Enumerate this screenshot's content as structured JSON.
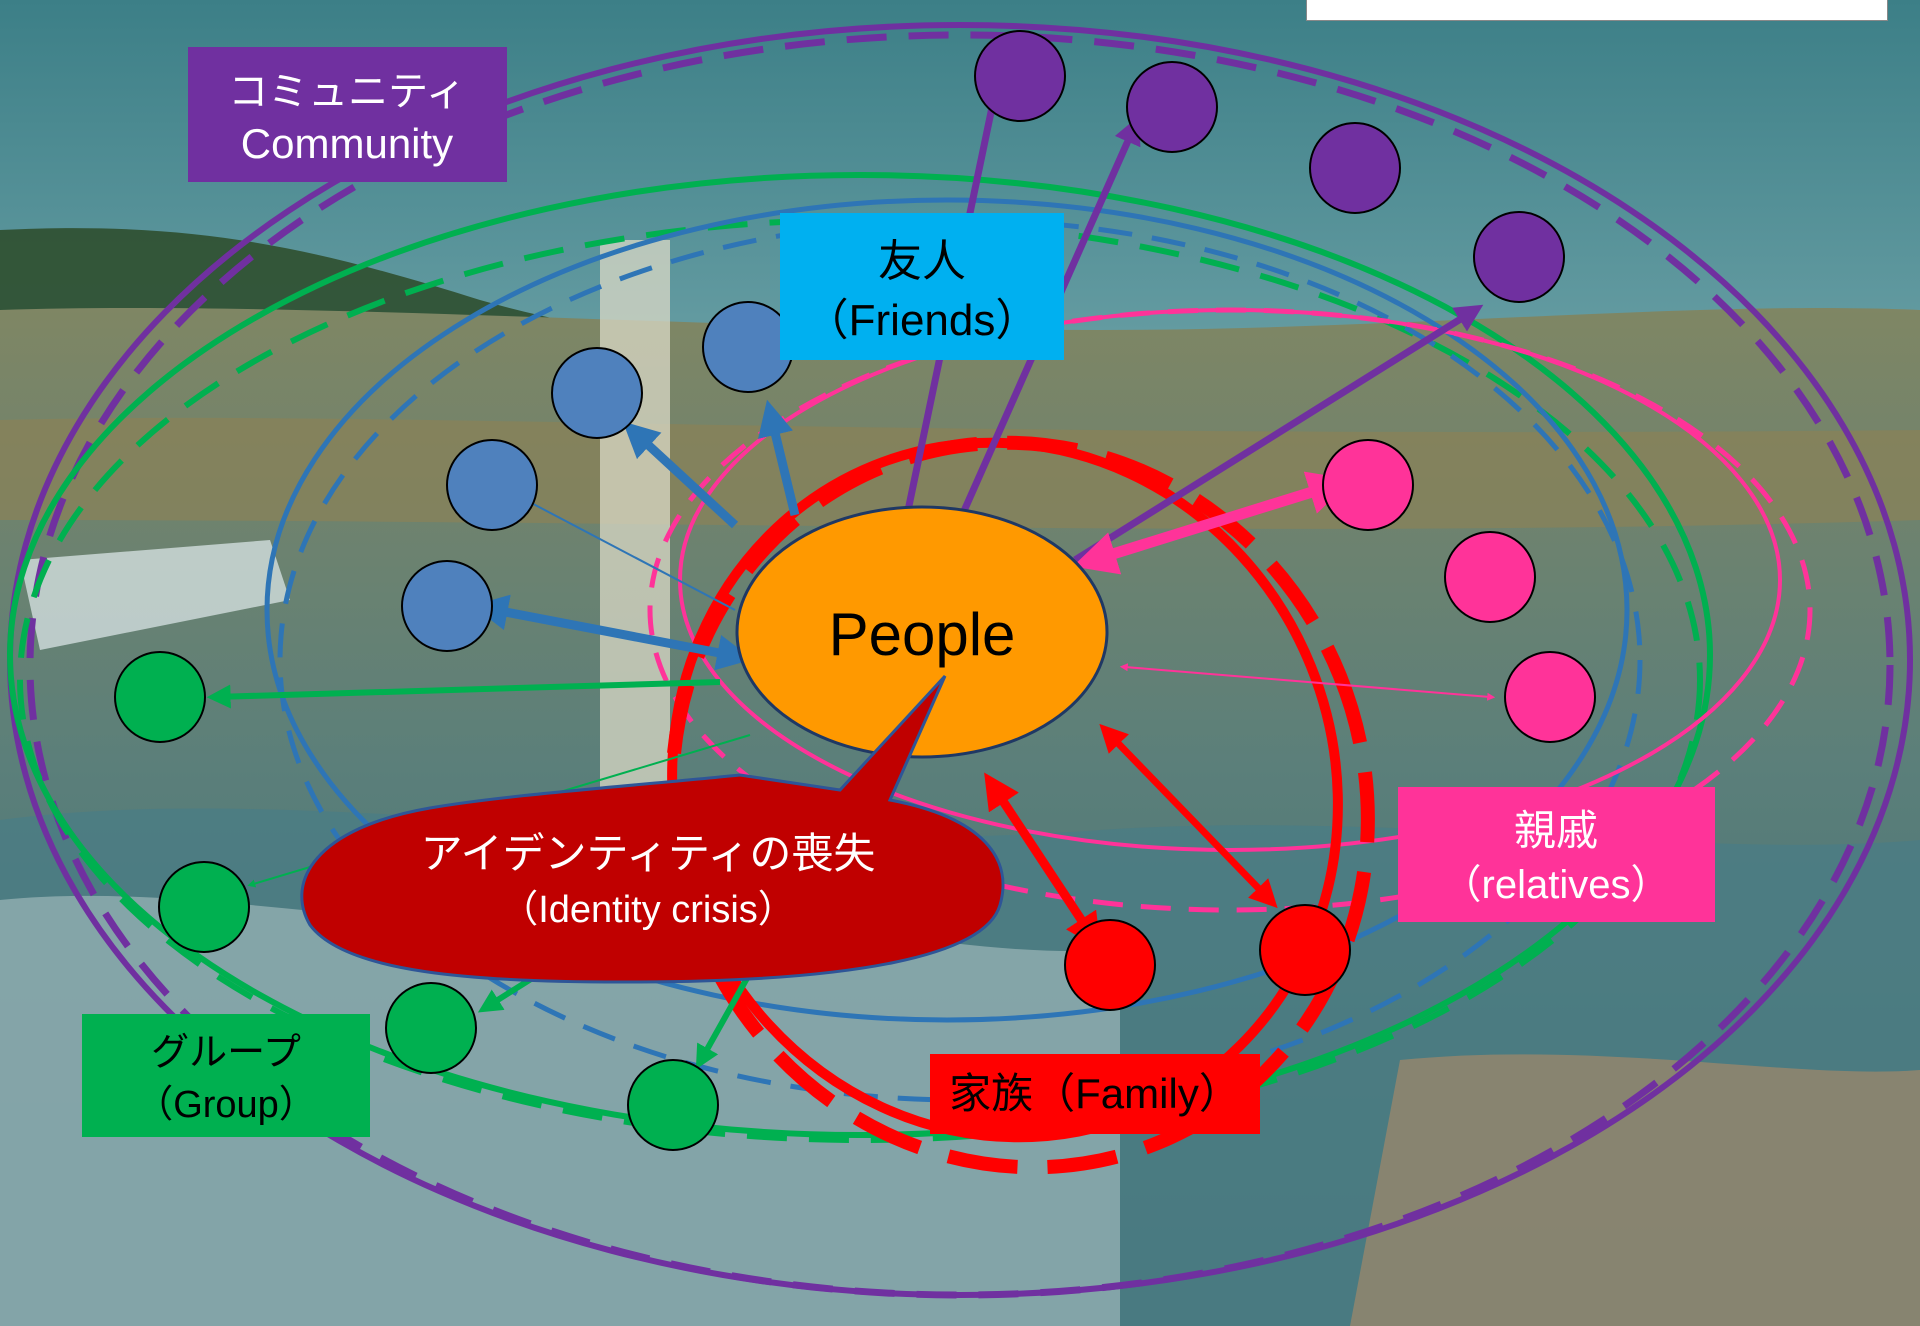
{
  "center": {
    "text": "People"
  },
  "callout": {
    "line1": "アイデンティティの喪失",
    "line2": "（Identity crisis）"
  },
  "labels": {
    "community": {
      "jp": "コミュニティ",
      "en": "Community"
    },
    "friends": {
      "jp": "友人",
      "en": "（Friends）"
    },
    "relatives": {
      "jp": "親戚",
      "en": "（relatives）"
    },
    "group": {
      "jp": "グループ",
      "en": "（Group）"
    },
    "family": {
      "text": "家族（Family）"
    }
  },
  "colors": {
    "community": "#7030a0",
    "friends": "#2e75b6",
    "friends_node": "#4f81bd",
    "friends_label": "#00b0f0",
    "group": "#00b050",
    "relatives": "#ff3399",
    "family": "#ff0000",
    "people": "#ff9900",
    "callout": "#c00000"
  }
}
